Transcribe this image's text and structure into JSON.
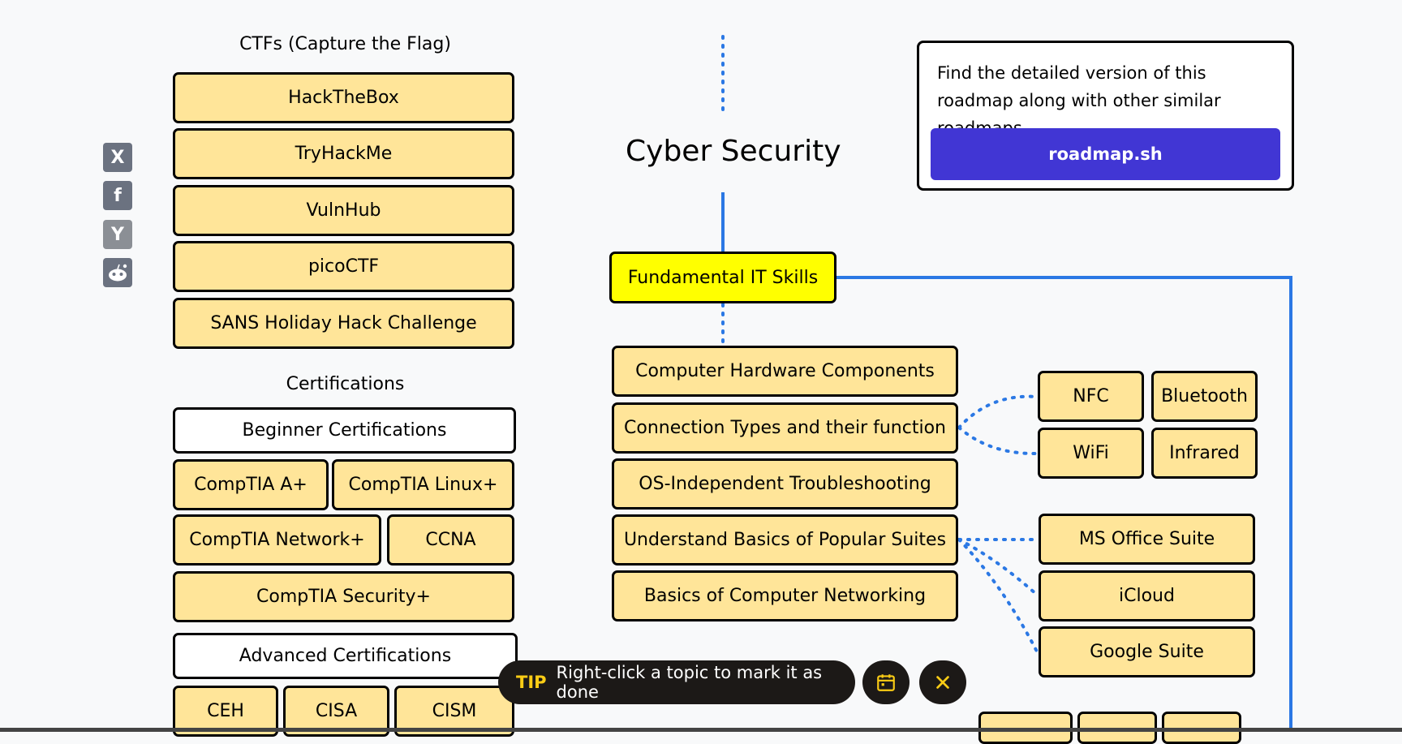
{
  "page_title": "Cyber Security",
  "ctf": {
    "heading": "CTFs (Capture the Flag)",
    "items": [
      "HackTheBox",
      "TryHackMe",
      "VulnHub",
      "picoCTF",
      "SANS Holiday Hack Challenge"
    ]
  },
  "certifications": {
    "heading": "Certifications",
    "beginner": "Beginner Certifications",
    "comptia_aplus": "CompTIA A+",
    "comptia_linux": "CompTIA Linux+",
    "comptia_network": "CompTIA Network+",
    "ccna": "CCNA",
    "comptia_security": "CompTIA Security+",
    "advanced": "Advanced Certifications",
    "ceh": "CEH",
    "cisa": "CISA",
    "cism": "CISM"
  },
  "fundamentals": {
    "main": "Fundamental IT Skills",
    "items": [
      "Computer Hardware Components",
      "Connection Types and their function",
      "OS-Independent Troubleshooting",
      "Understand Basics of Popular Suites",
      "Basics of Computer Networking"
    ]
  },
  "connections": {
    "nfc": "NFC",
    "bluetooth": "Bluetooth",
    "wifi": "WiFi",
    "infrared": "Infrared"
  },
  "suites": {
    "ms_office": "MS Office Suite",
    "icloud": "iCloud",
    "google": "Google Suite"
  },
  "info": {
    "text": "Find the detailed version of this roadmap along with other similar roadmaps",
    "button": "roadmap.sh"
  },
  "social": {
    "x": "X",
    "facebook": "f",
    "hackernews": "Y",
    "reddit": "reddit"
  },
  "tip": {
    "tag": "TIP",
    "text": "Right-click a topic to mark it as done"
  },
  "colors": {
    "topic": "#ffe599",
    "main": "#ffff00",
    "line": "#2b78e4",
    "button": "#4136d4",
    "tip_bg": "#1c1917"
  }
}
